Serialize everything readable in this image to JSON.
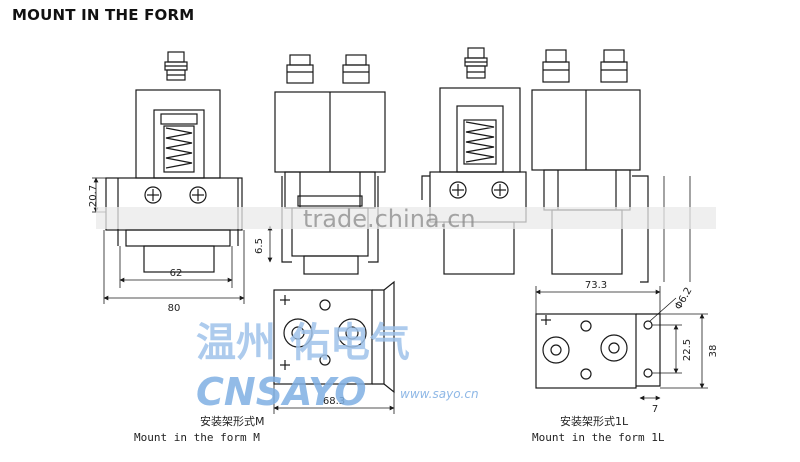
{
  "title": "MOUNT IN THE FORM",
  "dimensions": {
    "h_20_7": "20.7",
    "d_62": "62",
    "d_80": "80",
    "d_6_5": "6.5",
    "d_68_3": "68.3",
    "d_73_3": "73.3",
    "d_phi_6_2": "Φ6.2",
    "d_22_5": "22.5",
    "d_38": "38",
    "d_7": "7"
  },
  "captions": {
    "form_m_cn": "安装架形式M",
    "form_m_en": "Mount in the form M",
    "form_1l_cn": "安装架形式1L",
    "form_1l_en": "Mount in the form 1L"
  },
  "watermarks": {
    "center": "trade.china.cn",
    "company_cn": "温州 佑电气",
    "logo": "CNSAYO",
    "url": "www.sayo.cn"
  },
  "colors": {
    "line": "#1a1a1a",
    "watermark_blue": "#8fb8e6",
    "band": "#e6e6e6"
  }
}
